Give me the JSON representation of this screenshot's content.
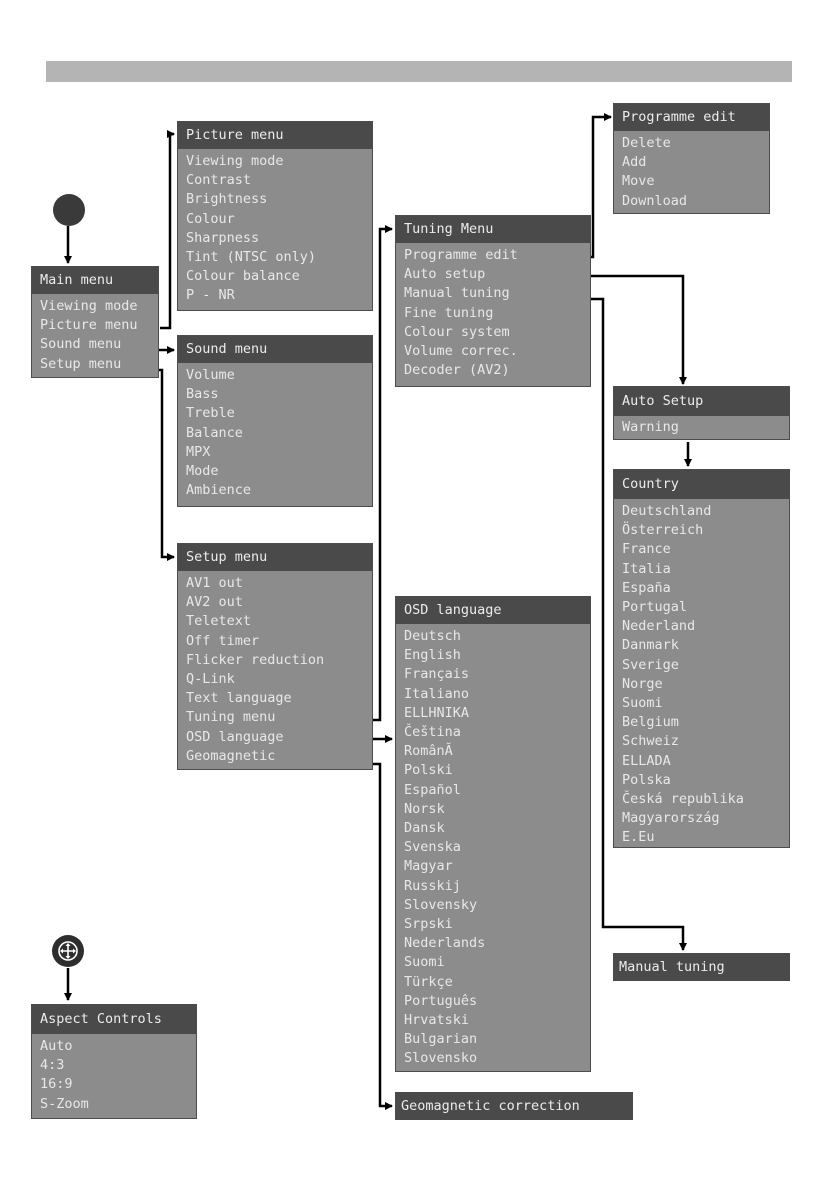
{
  "main_menu": {
    "title": "Main menu",
    "items": [
      "Viewing mode",
      "Picture menu",
      "Sound menu",
      "Setup menu"
    ]
  },
  "picture_menu": {
    "title": "Picture menu",
    "items": [
      "Viewing mode",
      "Contrast",
      "Brightness",
      "Colour",
      "Sharpness",
      "Tint (NTSC only)",
      "Colour balance",
      "P - NR"
    ]
  },
  "sound_menu": {
    "title": "Sound menu",
    "items": [
      "Volume",
      "Bass",
      "Treble",
      "Balance",
      "MPX",
      "Mode",
      "Ambience"
    ]
  },
  "setup_menu": {
    "title": "Setup menu",
    "items": [
      "AV1 out",
      "AV2 out",
      "Teletext",
      "Off timer",
      "Flicker reduction",
      "Q-Link",
      "Text language",
      "Tuning menu",
      "OSD language",
      "Geomagnetic"
    ]
  },
  "tuning_menu": {
    "title": "Tuning Menu",
    "items": [
      "Programme edit",
      "Auto setup",
      "Manual tuning",
      "Fine tuning",
      "Colour system",
      "Volume correc.",
      "Decoder (AV2)"
    ]
  },
  "programme_edit": {
    "title": "Programme edit",
    "items": [
      "Delete",
      "Add",
      "Move",
      "Download"
    ]
  },
  "auto_setup": {
    "title": "Auto Setup",
    "items": [
      "Warning"
    ]
  },
  "country": {
    "title": "Country",
    "items": [
      "Deutschland",
      "Österreich",
      "France",
      "Italia",
      "España",
      "Portugal",
      "Nederland",
      "Danmark",
      "Sverige",
      "Norge",
      "Suomi",
      "Belgium",
      "Schweiz",
      "ELLADA",
      "Polska",
      "Česká republika",
      "Magyarország",
      "E.Eu"
    ]
  },
  "osd_language": {
    "title": "OSD language",
    "items": [
      "Deutsch",
      "English",
      "Français",
      "Italiano",
      "ELLHNIKA",
      "Čeština",
      "RomânĂ",
      "Polski",
      "Español",
      "Norsk",
      "Dansk",
      "Svenska",
      "Magyar",
      "Russkij",
      "Slovensky",
      "Srpski",
      "Nederlands",
      "Suomi",
      "Türkçe",
      "Português",
      "Hrvatski",
      "Bulgarian",
      "Slovensko"
    ]
  },
  "manual_tuning": {
    "title": "Manual tuning"
  },
  "geomagnetic_correction": {
    "title": "Geomagnetic correction"
  },
  "aspect_controls": {
    "title": "Aspect Controls",
    "items": [
      "Auto",
      "4:3",
      "16:9",
      "S-Zoom"
    ]
  },
  "icons": {
    "menu_button": "filled-circle-icon",
    "aspect_button": "aspect-cross-arrows-icon"
  }
}
